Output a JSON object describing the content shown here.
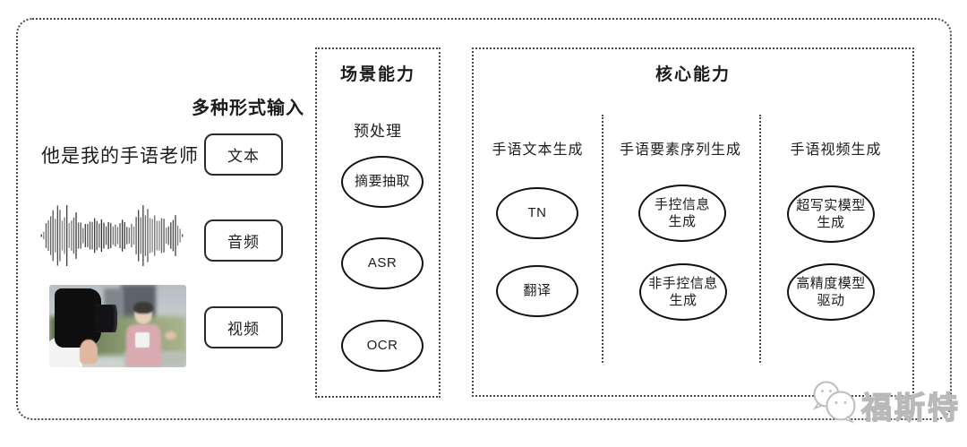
{
  "input_section": {
    "title": "多种形式输入",
    "sample_text": "他是我的手语老师",
    "buttons": [
      {
        "label": "文本"
      },
      {
        "label": "音频"
      },
      {
        "label": "视频"
      }
    ]
  },
  "scene_box": {
    "title": "场景能力",
    "subtitle": "预处理",
    "nodes": [
      "摘要抽取",
      "ASR",
      "OCR"
    ]
  },
  "core_box": {
    "title": "核心能力",
    "columns": [
      {
        "header": "手语文本生成",
        "nodes": [
          "TN",
          "翻译"
        ]
      },
      {
        "header": "手语要素序列生成",
        "nodes": [
          "手控信息\n生成",
          "非手控信息\n生成"
        ]
      },
      {
        "header": "手语视频生成",
        "nodes": [
          "超写实模型\n生成",
          "高精度模型\n驱动"
        ]
      }
    ]
  },
  "watermark": {
    "text": "福斯特",
    "icon": "chat-bubbles-mascot-icon"
  },
  "colors": {
    "line": "#1c1c1c",
    "dotted_border": "#4a4a4a",
    "watermark_gray": "#b9b9b9"
  }
}
